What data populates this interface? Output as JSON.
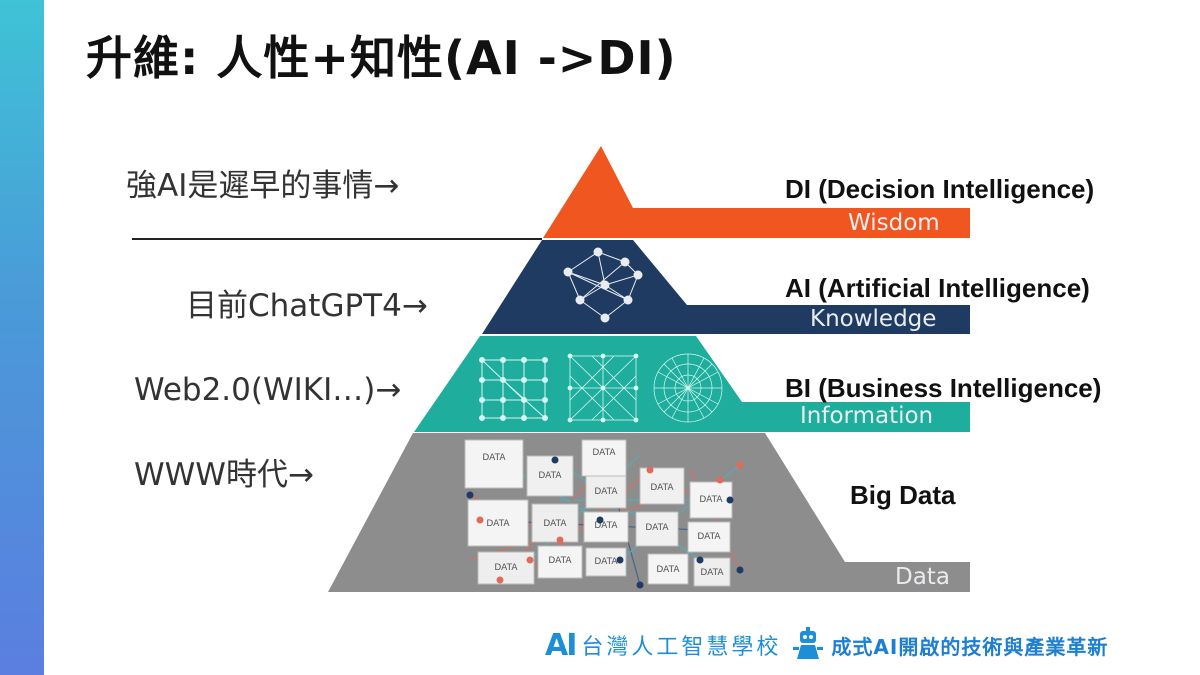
{
  "slide": {
    "title": "升維: 人性+知性(AI ->DI)",
    "left_labels": [
      "強AI是遲早的事情→",
      "目前ChatGPT4→",
      "Web2.0(WIKI…)→",
      "WWW時代→"
    ],
    "right_labels": [
      "DI (Decision Intelligence)",
      "AI (Artificial Intelligence)",
      "BI (Business Intelligence)",
      "Big Data"
    ],
    "pyramid_levels": [
      "Wisdom",
      "Knowledge",
      "Information",
      "Data"
    ],
    "data_box_label": "DATA",
    "colors": {
      "wisdom": "#f0561f",
      "knowledge": "#1f3b62",
      "information": "#1fae9e",
      "data": "#8d8d8d",
      "accent": "#3fa9d8"
    },
    "icons": [
      "data-box-icon",
      "network-graph-icon",
      "robot-icon"
    ]
  },
  "footer": {
    "logo": "AI",
    "school": "台灣人工智慧學校",
    "slogan": "成式AI開啟的技術與產業革新"
  }
}
